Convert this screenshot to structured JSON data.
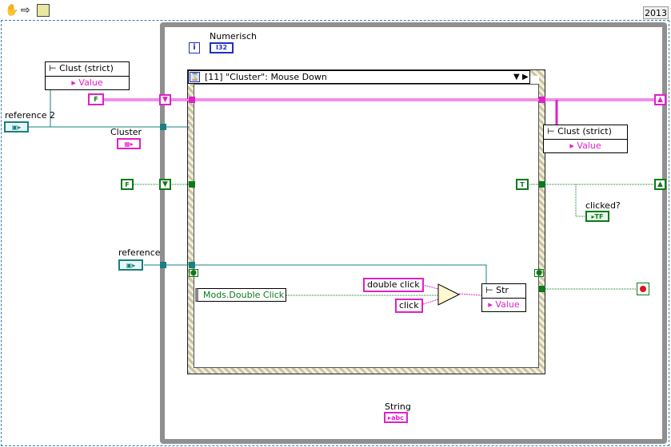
{
  "toolbar": {
    "icons": [
      "hand-icon",
      "arrow-right-icon",
      "run-icon"
    ],
    "version": "2013"
  },
  "loop": {
    "iteration_terminal": "i",
    "numeric_label": "Numerisch",
    "numeric_type": "I32",
    "string_label": "String",
    "string_type": "abc"
  },
  "event_structure": {
    "selector": "[11] \"Cluster\": Mouse Down"
  },
  "nodes": {
    "unbundle_top": {
      "title": "Clust (strict)",
      "value": "Value"
    },
    "unbundle_right": {
      "title": "Clust (strict)",
      "value": "Value"
    },
    "str_node": {
      "title": "Str",
      "value": "Value"
    },
    "mods_node": {
      "label": "Mods.Double Click"
    }
  },
  "terminals": {
    "reference2": "reference 2",
    "cluster": "Cluster",
    "reference": "reference",
    "clicked": "clicked?",
    "clicked_type": "TF",
    "false_const": "F",
    "false_inner": "F",
    "true_const": "T"
  },
  "constants": {
    "double_click": "double click",
    "click": "click"
  },
  "colors": {
    "pink_wire": "#e020c8",
    "green_wire": "#0a7a1a",
    "teal_wire": "#1a7f7f",
    "blue_ref": "#2030c0"
  }
}
